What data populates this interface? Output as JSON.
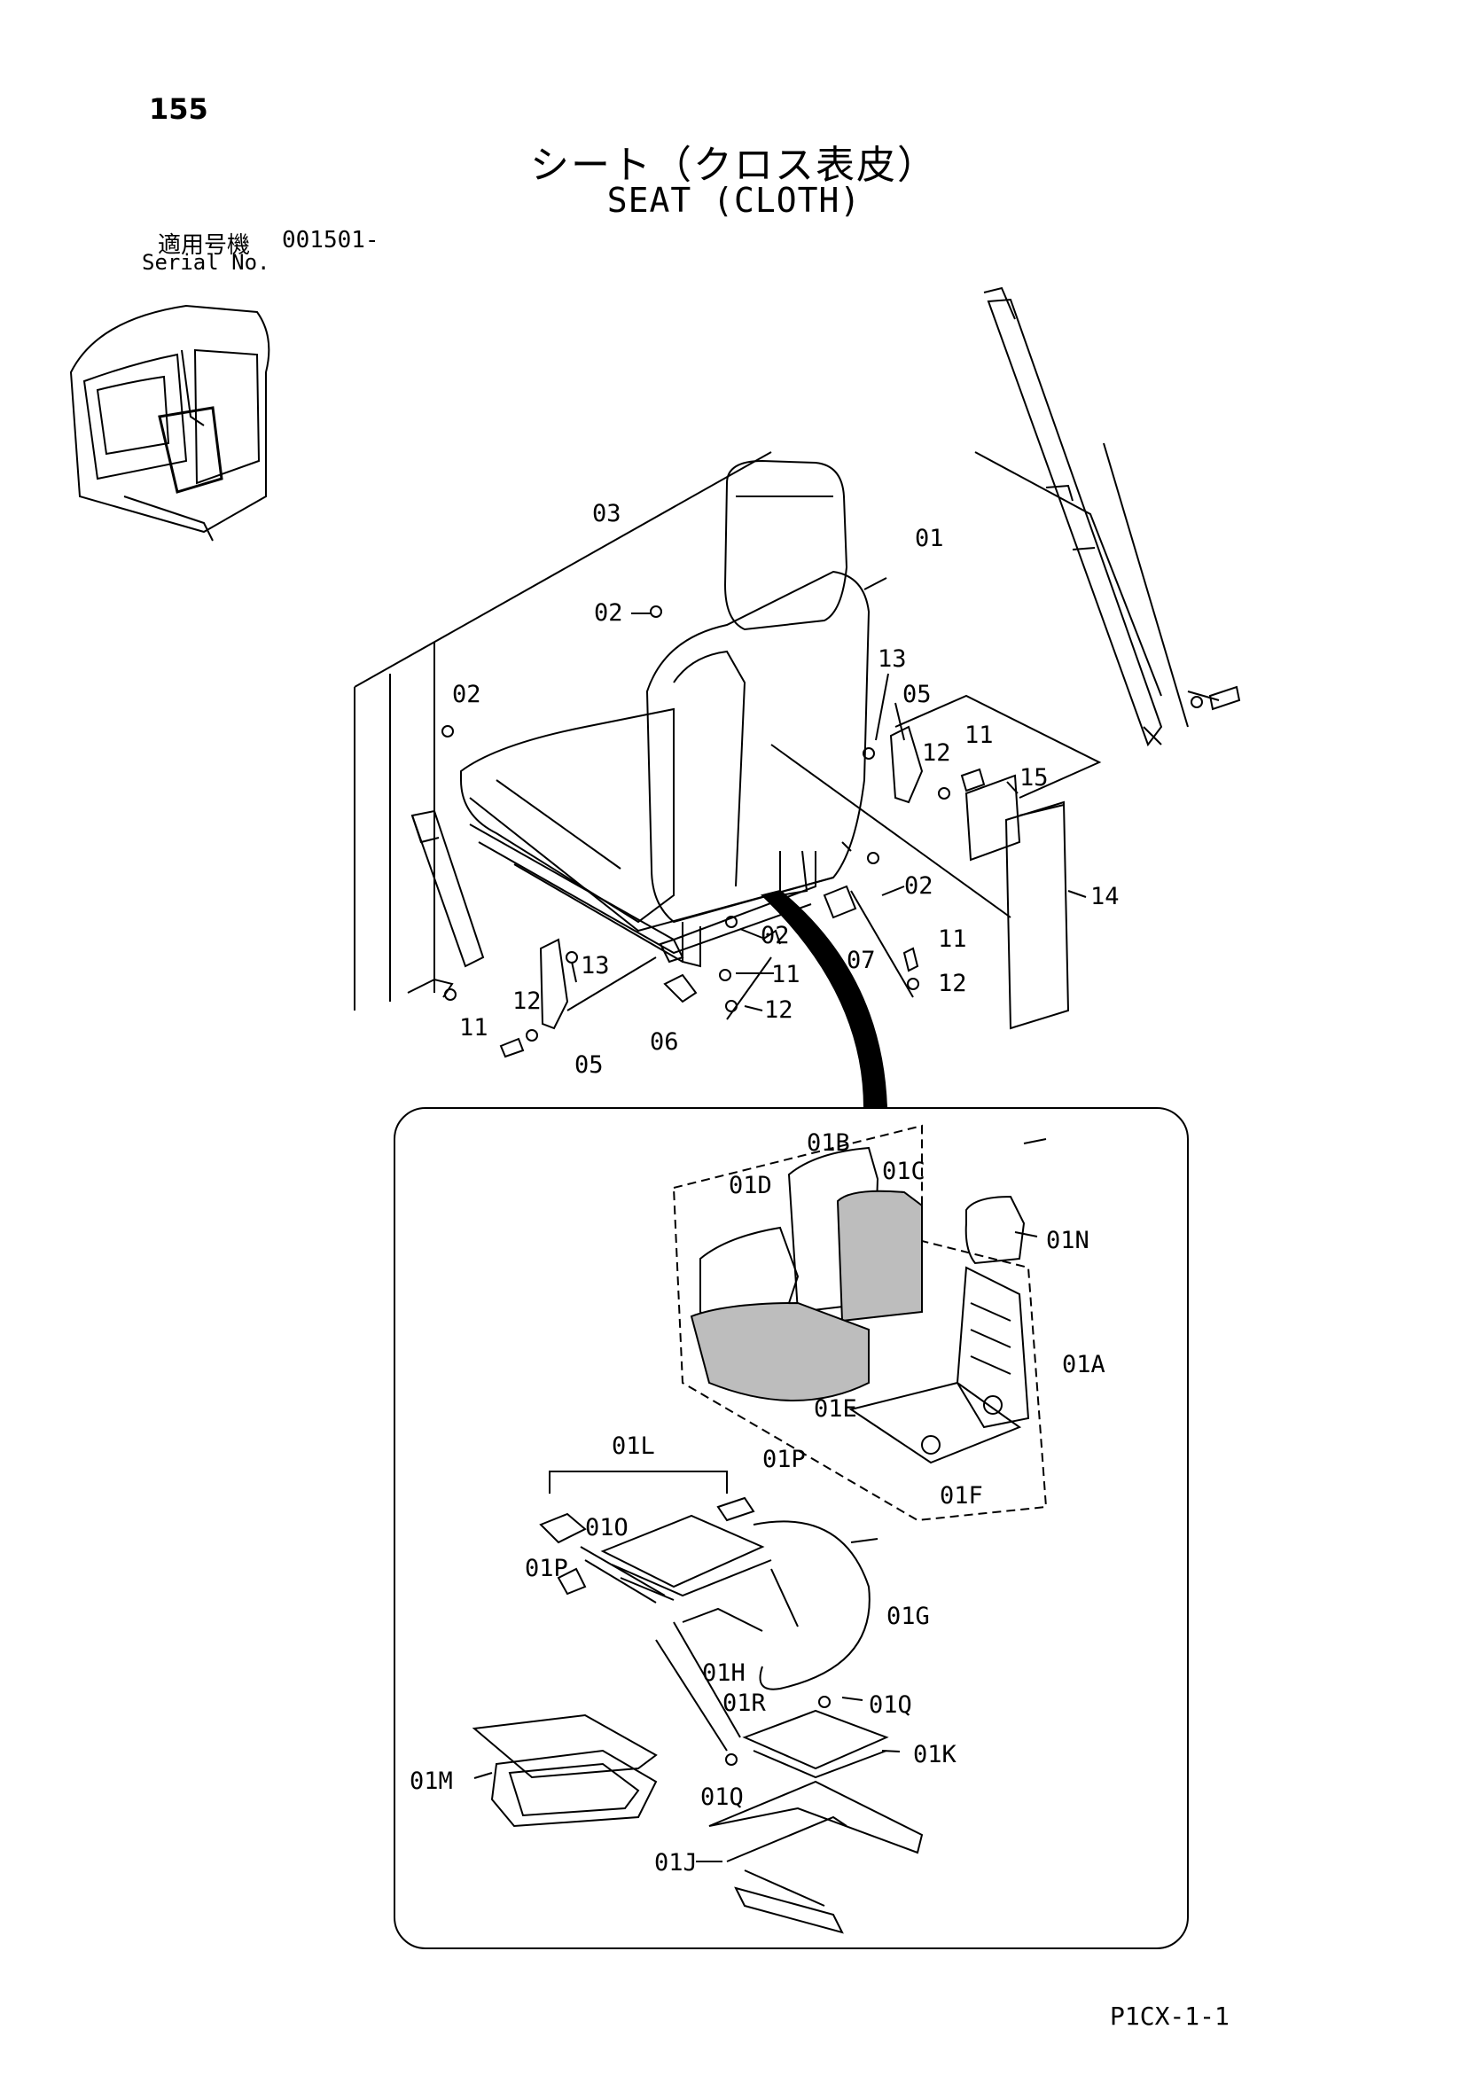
{
  "header": {
    "page_number": "155",
    "title_jp": "シート（クロス表皮）",
    "title_en": "SEAT (CLOTH)",
    "serial_label_jp": "適用号機",
    "serial_value": "001501-",
    "serial_label_en": "Serial No."
  },
  "footer": {
    "page_code": "P1CX-1-1"
  },
  "callouts": {
    "c03": "03",
    "c01": "01",
    "c02a": "02",
    "c02b": "02",
    "c02c": "02",
    "c02d": "02",
    "c13a": "13",
    "c13b": "13",
    "c05a": "05",
    "c05b": "05",
    "c12a": "12",
    "c12b": "12",
    "c12c": "12",
    "c12d": "12",
    "c11a": "11",
    "c11b": "11",
    "c11c": "11",
    "c11d": "11",
    "c15": "15",
    "c14": "14",
    "c07": "07",
    "c06": "06",
    "c01B": "01B",
    "c01C": "01C",
    "c01D": "01D",
    "c01N": "01N",
    "c01A": "01A",
    "c01E": "01E",
    "c01F": "01F",
    "c01L": "01L",
    "c01P1": "01P",
    "c01O": "01O",
    "c01P2": "01P",
    "c01G": "01G",
    "c01H": "01H",
    "c01R": "01R",
    "c01Q1": "01Q",
    "c01K": "01K",
    "c01M": "01M",
    "c01Q2": "01Q",
    "c01J": "01J"
  }
}
